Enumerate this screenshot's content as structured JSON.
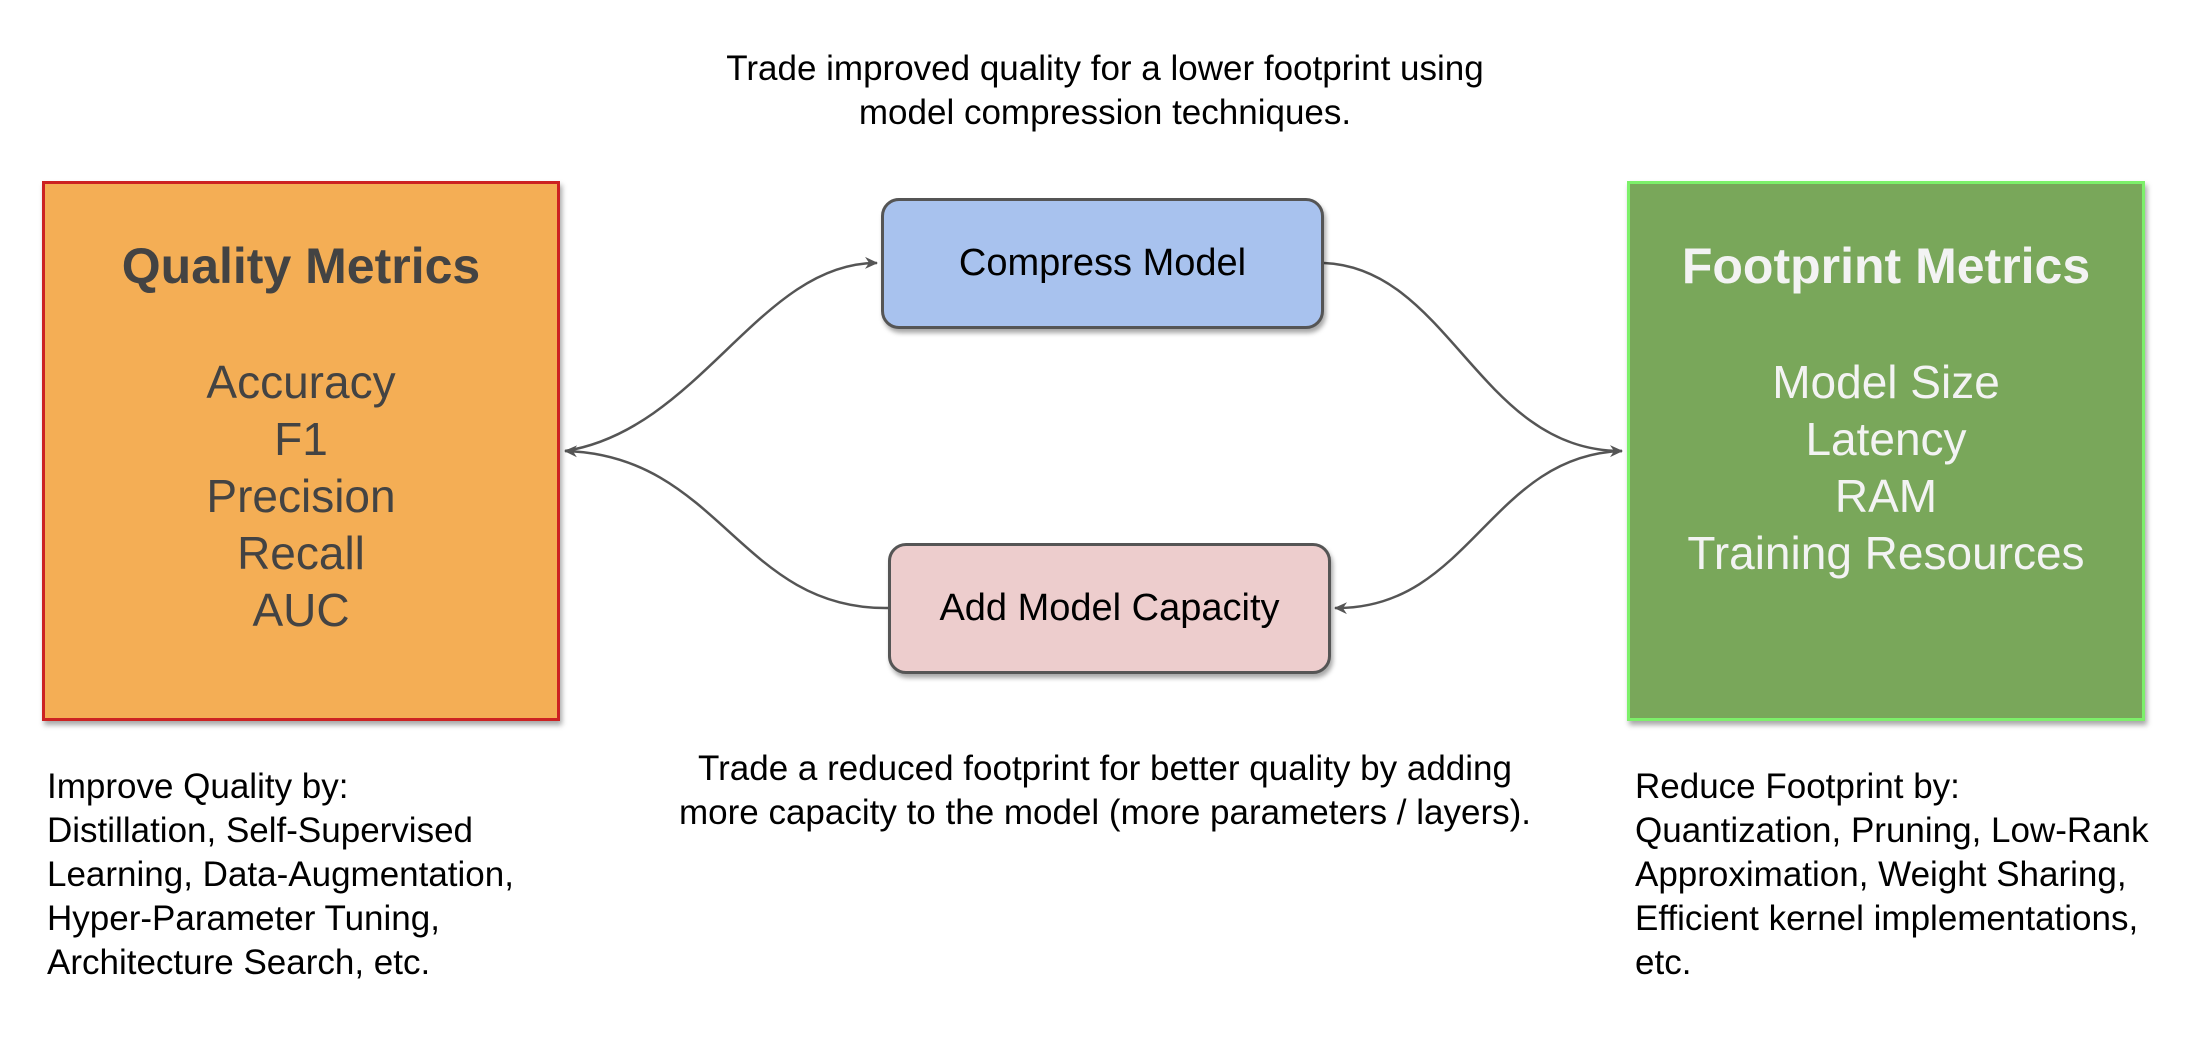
{
  "top_caption": {
    "line1": "Trade improved quality for a lower footprint using",
    "line2": "model compression techniques."
  },
  "quality_box": {
    "title": "Quality Metrics",
    "items": [
      "Accuracy",
      "F1",
      "Precision",
      "Recall",
      "AUC"
    ]
  },
  "footprint_box": {
    "title": "Footprint Metrics",
    "items": [
      "Model Size",
      "Latency",
      "RAM",
      "Training Resources"
    ]
  },
  "compress_box": {
    "label": "Compress Model"
  },
  "capacity_box": {
    "label": "Add Model Capacity"
  },
  "bottom_caption": {
    "line1": "Trade a reduced footprint for better quality by adding",
    "line2": "more capacity to the model (more parameters / layers)."
  },
  "left_note": {
    "lines": [
      "Improve Quality by:",
      "Distillation, Self-Supervised",
      "Learning, Data-Augmentation,",
      "Hyper-Parameter Tuning,",
      "Architecture Search, etc."
    ]
  },
  "right_note": {
    "lines": [
      "Reduce Footprint by:",
      "Quantization, Pruning, Low-Rank",
      "Approximation, Weight Sharing,",
      "Efficient kernel implementations,",
      "etc."
    ]
  },
  "colors": {
    "quality_fill": "#f4ae55",
    "quality_border": "#cc2222",
    "footprint_fill": "#79a75a",
    "footprint_border": "#7df06a",
    "compress_fill": "#a8c2ee",
    "capacity_fill": "#edcdcd",
    "connector": "#555555"
  }
}
